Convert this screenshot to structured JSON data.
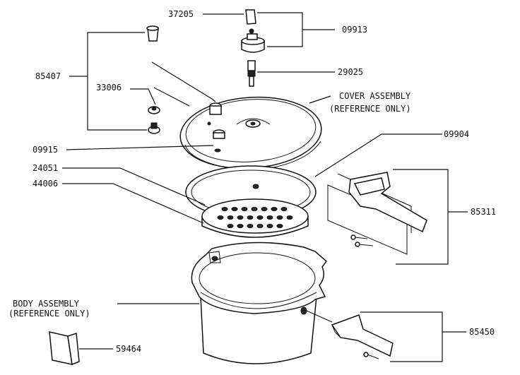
{
  "labels": {
    "p37205": "37205",
    "p09913": "09913",
    "p85407": "85407",
    "p29025": "29025",
    "p33006": "33006",
    "cover_line1": "COVER ASSEMBLY",
    "cover_line2": "(REFERENCE ONLY)",
    "p09915": "09915",
    "p09904": "09904",
    "p24051": "24051",
    "p44006": "44006",
    "p85311": "85311",
    "body_line1": "BODY ASSEMBLY",
    "body_line2": "(REFERENCE ONLY)",
    "p85450": "85450",
    "p59464": "59464"
  }
}
